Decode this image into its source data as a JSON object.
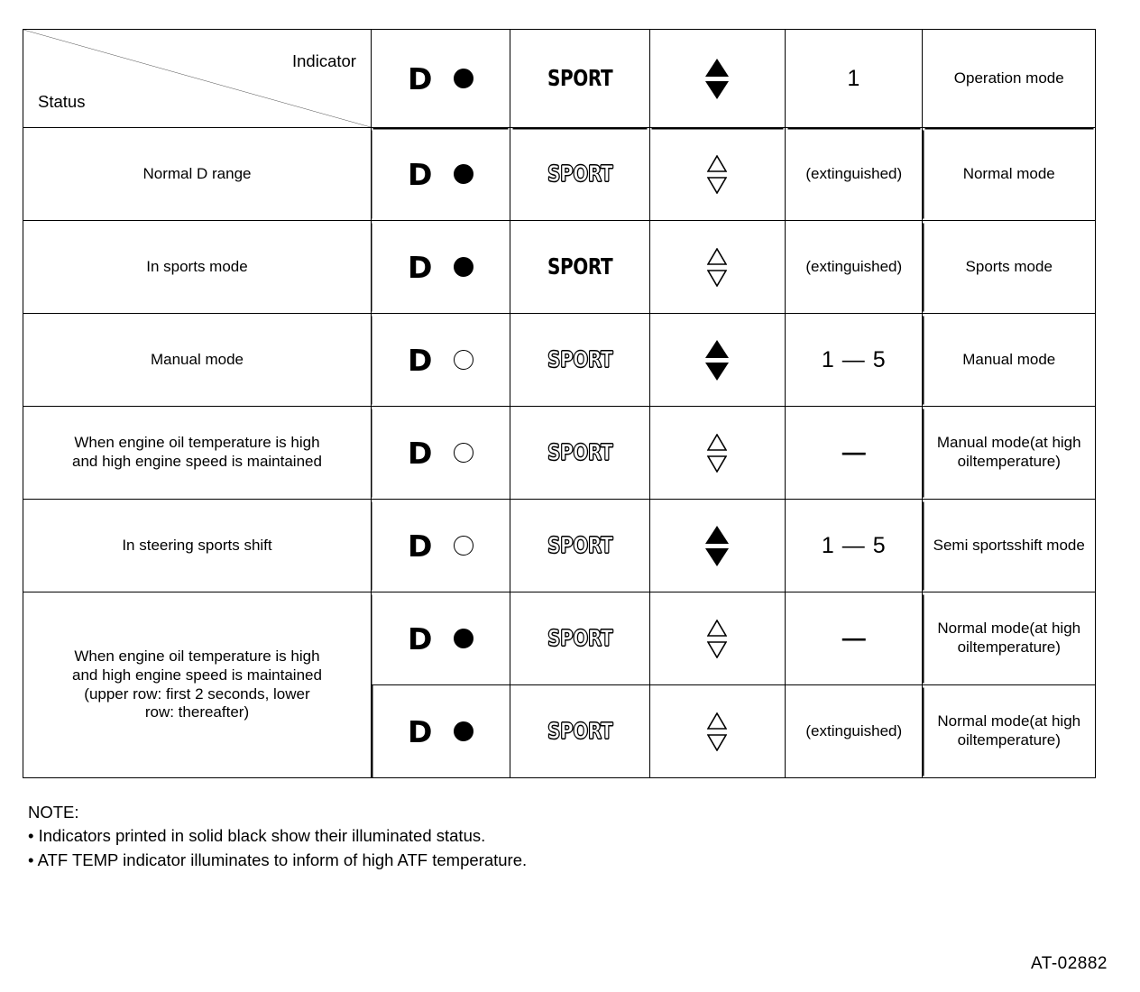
{
  "figure": {
    "id": "AT-02882"
  },
  "table": {
    "header": {
      "corner": {
        "indicator_label": "Indicator",
        "status_label": "Status"
      },
      "columns": [
        {
          "key": "d",
          "type": "d-lamp",
          "d_label": "D",
          "lamp": "on"
        },
        {
          "key": "sport",
          "type": "sport",
          "label": "SPORT",
          "state": "on"
        },
        {
          "key": "arrows",
          "type": "arrows",
          "up": "on",
          "down": "on"
        },
        {
          "key": "gear",
          "type": "text",
          "label": "1"
        },
        {
          "key": "mode",
          "type": "text",
          "label": "Operation mode"
        }
      ]
    },
    "rows": [
      {
        "status": [
          "Normal D range"
        ],
        "d_label": "D",
        "lamp": "on",
        "sport_label": "SPORT",
        "sport_state": "off",
        "arrow_up": "off",
        "arrow_down": "off",
        "gear": "(extinguished)",
        "gear_size": "small",
        "mode": [
          "Normal mode"
        ]
      },
      {
        "status": [
          "In sports mode"
        ],
        "d_label": "D",
        "lamp": "on",
        "sport_label": "SPORT",
        "sport_state": "on",
        "arrow_up": "off",
        "arrow_down": "off",
        "gear": "(extinguished)",
        "gear_size": "small",
        "mode": [
          "Sports mode"
        ]
      },
      {
        "status": [
          "Manual mode"
        ],
        "d_label": "D",
        "lamp": "off",
        "sport_label": "SPORT",
        "sport_state": "off",
        "arrow_up": "on",
        "arrow_down": "on",
        "gear": "1 — 5",
        "gear_size": "large",
        "mode": [
          "Manual mode"
        ]
      },
      {
        "status": [
          "When engine oil temperature is high",
          "and high engine speed is maintained"
        ],
        "d_label": "D",
        "lamp": "off",
        "sport_label": "SPORT",
        "sport_state": "off",
        "arrow_up": "off",
        "arrow_down": "off",
        "gear": "—",
        "gear_size": "dash",
        "mode": [
          "Manual mode",
          "(at high oil",
          "temperature)"
        ]
      },
      {
        "status": [
          "In steering sports shift"
        ],
        "d_label": "D",
        "lamp": "off",
        "sport_label": "SPORT",
        "sport_state": "off",
        "arrow_up": "on",
        "arrow_down": "on",
        "gear": "1 — 5",
        "gear_size": "large",
        "mode": [
          "Semi sports",
          "shift mode"
        ]
      },
      {
        "status": [
          "When engine oil temperature is high",
          "and high engine speed is maintained",
          "(upper row: first 2 seconds, lower",
          "row: thereafter)"
        ],
        "status_rowspan": 2,
        "d_label": "D",
        "lamp": "on",
        "sport_label": "SPORT",
        "sport_state": "off",
        "arrow_up": "off",
        "arrow_down": "off",
        "gear": "—",
        "gear_size": "dash",
        "mode": [
          "Normal mode",
          "(at high oil",
          "temperature)"
        ]
      },
      {
        "status": [],
        "status_merged": true,
        "d_label": "D",
        "lamp": "on",
        "sport_label": "SPORT",
        "sport_state": "off",
        "arrow_up": "off",
        "arrow_down": "off",
        "gear": "(extinguished)",
        "gear_size": "small",
        "mode": [
          "Normal mode",
          "(at high oil",
          "temperature)"
        ]
      }
    ]
  },
  "note": {
    "title": "NOTE:",
    "lines": [
      "• Indicators printed in solid black show their illuminated status.",
      "• ATF TEMP indicator illuminates to inform of high ATF temperature."
    ]
  }
}
